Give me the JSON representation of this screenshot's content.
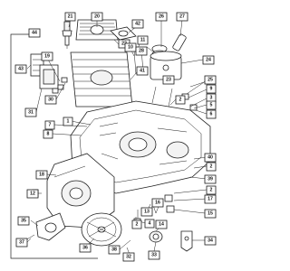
{
  "diagram": {
    "group_label": "44",
    "callouts": {
      "c21": "21",
      "c20": "20",
      "c42": "42",
      "c26": "26",
      "c27": "27",
      "c22": "22",
      "c11": "11",
      "c10": "10",
      "c28": "28",
      "c24": "24",
      "c43": "43",
      "c19": "19",
      "c41": "41",
      "c31": "31",
      "c23": "23",
      "c25": "25",
      "c9": "9",
      "c3": "3",
      "c2": "2",
      "c5": "5",
      "c6": "6",
      "c30": "30",
      "c7": "7",
      "c8": "8",
      "c1": "1",
      "c40": "40",
      "c2b": "2",
      "c39": "39",
      "c18": "18",
      "c12": "12",
      "c15": "15",
      "c13": "13",
      "c4": "4",
      "c14": "14",
      "c2c": "2",
      "c36": "36",
      "c35": "35",
      "c37": "37",
      "c38": "38",
      "c32": "32",
      "c33": "33",
      "c34": "34",
      "c17": "17",
      "c16": "16"
    }
  }
}
